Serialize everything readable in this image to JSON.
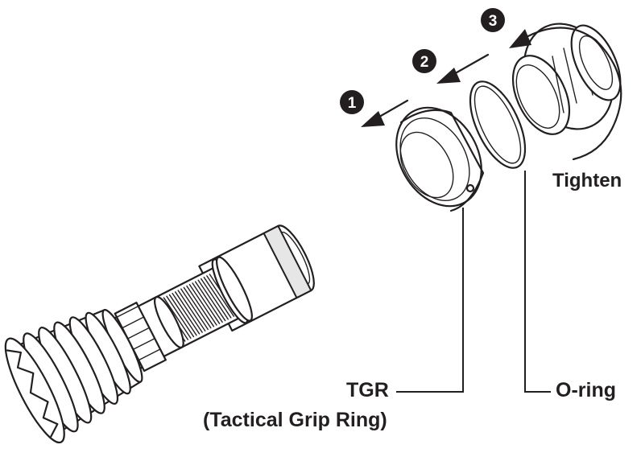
{
  "labels": {
    "tighten": "Tighten",
    "tgr": "TGR",
    "tgr_full": "(Tactical Grip Ring)",
    "oring": "O-ring"
  },
  "steps": [
    "1",
    "2",
    "3"
  ],
  "colors": {
    "ink": "#231f20",
    "fill": "#ffffff",
    "shade": "#e6e6e6"
  }
}
